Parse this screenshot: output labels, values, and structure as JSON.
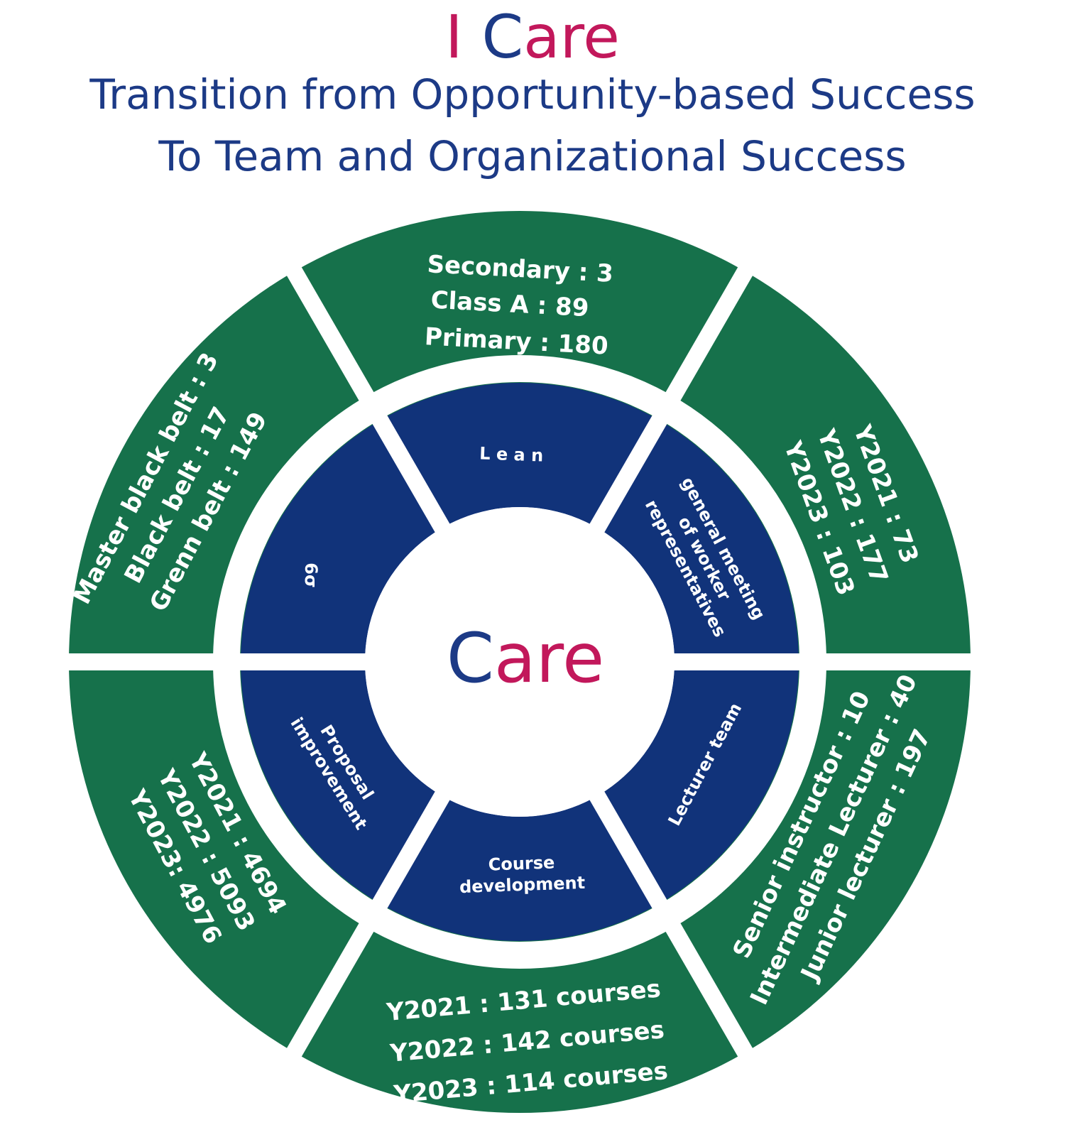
{
  "header": {
    "title_letter_i": "I",
    "title_letter_c": "C",
    "title_rest": "are",
    "subtitle_line1": "Transition from Opportunity-based Success",
    "subtitle_line2": "To Team and Organizational Success"
  },
  "center": {
    "letter_c": "C",
    "rest": "are"
  },
  "colors": {
    "navy": "#1c3a86",
    "magenta": "#c2185b",
    "green": "#16714b",
    "inner_blue": "#11337a"
  },
  "inner_ring": {
    "lean": "L e a n",
    "six_sigma": "6σ",
    "general_meeting": [
      "general meeting",
      "of worker",
      "representatives"
    ],
    "proposal": [
      "Proposal",
      "improvement"
    ],
    "course_dev": [
      "Course",
      "development"
    ],
    "lecturer": "Lecturer team"
  },
  "outer_ring": {
    "top": [
      "Secondary : 3",
      "Class A : 89",
      "Primary : 180"
    ],
    "upper_left": [
      "Master black belt : 3",
      "Black belt : 17",
      "Grenn belt : 149"
    ],
    "upper_right": [
      "Y2021 : 73",
      "Y2022 : 177",
      "Y2023 : 103"
    ],
    "lower_left": [
      "Y2021 : 4694",
      "Y2022 : 5093",
      "Y2023: 4976"
    ],
    "bottom": [
      "Y2021 : 131 courses",
      "Y2022 : 142 courses",
      "Y2023 : 114 courses"
    ],
    "lower_right": [
      "Senior instructor : 10",
      "Intermediate Lecturer : 40",
      "Junior lecturer : 197"
    ]
  }
}
